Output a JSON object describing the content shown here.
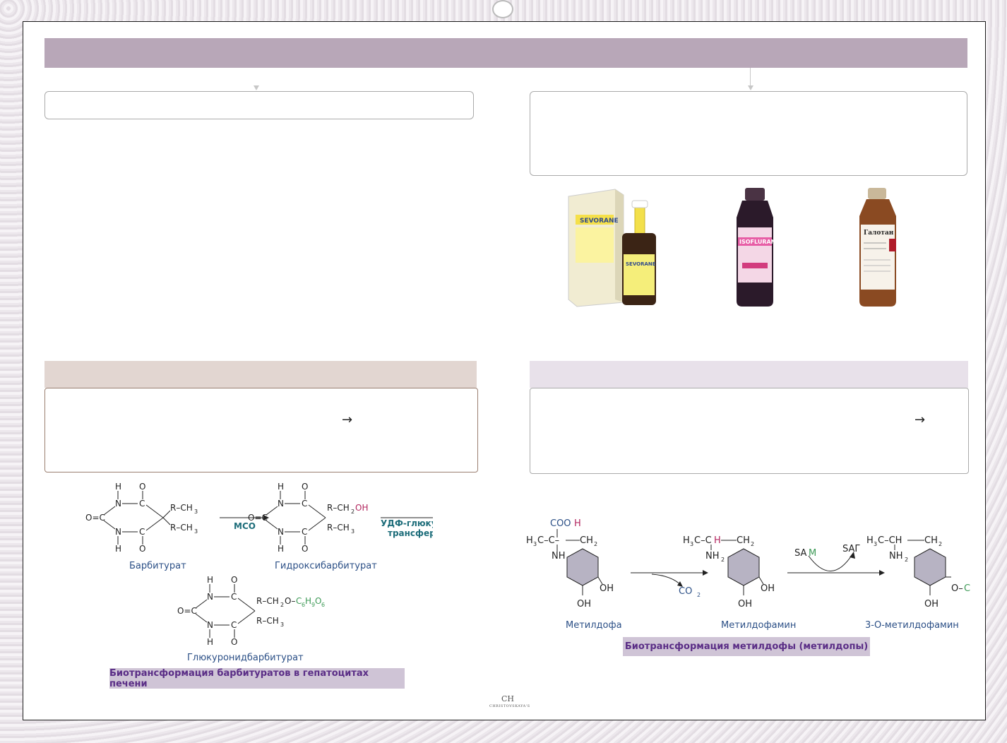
{
  "arrows": {
    "right_glyph": "→"
  },
  "barbiturates": {
    "compound_1": "Барбитурат",
    "compound_2": "Гидроксибарбитурат",
    "compound_3": "Глюкуронидбарбитурат",
    "enzyme_1": "МСО",
    "enzyme_2_line1": "УДФ-глюкуронил-",
    "enzyme_2_line2": "трансфераза",
    "caption": "Биотрансформация барбитуратов в гепатоцитах печени"
  },
  "methyldopa": {
    "compound_1": "Метилдофа",
    "compound_2": "Метилдофамин",
    "compound_3": "3-О-метилдофамин",
    "byproduct_co2": "CO",
    "sam": "SA",
    "sam_m": "M",
    "sag": "SAГ",
    "caption": "Биотрансформация метилдофы (метилдопы)"
  },
  "products": [
    {
      "name": "SEVORANE",
      "icon": "sevorane-bottle-image"
    },
    {
      "name": "ISOFLURANE",
      "icon": "isoflurane-bottle-image"
    },
    {
      "name": "Галотан",
      "icon": "halothane-bottle-image"
    }
  ],
  "logo": {
    "mark": "CH",
    "text": "CHRISTOVSKAYA'S"
  },
  "colors": {
    "header": "#b8a7b8",
    "caption_text": "#5a2d86",
    "enzyme": "#1d6d7a",
    "label": "#2b4f86"
  }
}
